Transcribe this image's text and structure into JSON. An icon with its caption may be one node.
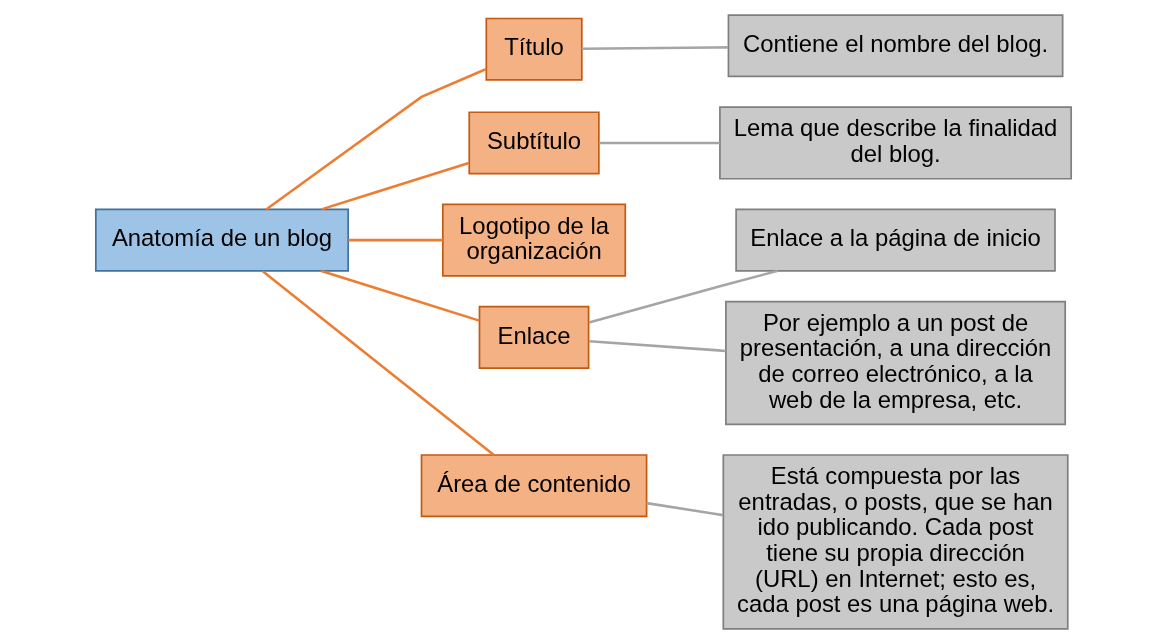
{
  "diagram": {
    "nodes": [
      {
        "text": [
          "Anatomía de un blog"
        ]
      },
      {
        "text": [
          "Título"
        ]
      },
      {
        "text": [
          "Subtítulo"
        ]
      },
      {
        "text": [
          "Logotipo de la organización"
        ]
      },
      {
        "text": [
          "Enlace"
        ]
      },
      {
        "text": [
          "Área de contenido"
        ]
      },
      {
        "text": [
          "Contiene el nombre del blog."
        ]
      },
      {
        "text": [
          "Lema que describe la finalidad del blog."
        ]
      },
      {
        "text": [
          "Enlace a la página de inicio"
        ]
      },
      {
        "text": [
          "Por ejemplo a un post de presentación, a una dirección de correo electrónico, a la web de la empresa, etc."
        ]
      },
      {
        "text": [
          "Está compuesta por las entradas, o posts, que se han ido publicando. Cada post tiene su propia dirección (URL) en Internet; esto es, cada post es una página web."
        ]
      }
    ],
    "edges": [
      {
        "from": 0,
        "to": 1,
        "arrow": "none",
        "color": "#ed7d31"
      },
      {
        "from": 0,
        "to": 2,
        "arrow": "none",
        "color": "#ed7d31"
      },
      {
        "from": 0,
        "to": 3,
        "arrow": "none",
        "color": "#ed7d31"
      },
      {
        "from": 0,
        "to": 4,
        "arrow": "none",
        "color": "#ed7d31"
      },
      {
        "from": 0,
        "to": 5,
        "arrow": "none",
        "color": "#ed7d31"
      },
      {
        "from": 1,
        "to": 6,
        "arrow": "none",
        "color": "#a5a5a5"
      },
      {
        "from": 2,
        "to": 7,
        "arrow": "none",
        "color": "#a5a5a5"
      },
      {
        "from": 4,
        "to": 8,
        "arrow": "none",
        "color": "#a5a5a5"
      },
      {
        "from": 4,
        "to": 9,
        "arrow": "none",
        "color": "#a5a5a5"
      },
      {
        "from": 5,
        "to": 10,
        "arrow": "none",
        "color": "#a5a5a5"
      }
    ]
  }
}
